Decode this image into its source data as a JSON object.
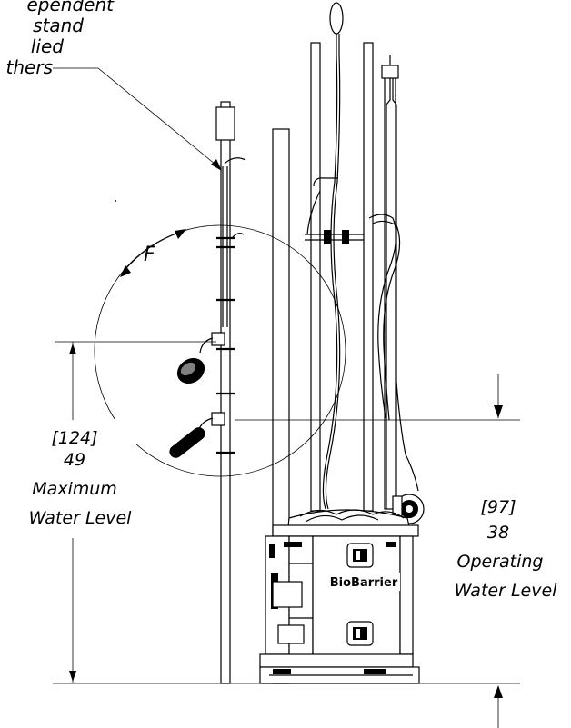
{
  "callout": {
    "line1": "ependent",
    "line2": "stand",
    "line3": "lied",
    "line4": "thers"
  },
  "detail": {
    "label": "F"
  },
  "max_level": {
    "metric": "[124]",
    "imperial": "49",
    "line1": "Maximum",
    "line2": "Water Level"
  },
  "op_level": {
    "metric": "[97]",
    "imperial": "38",
    "line1": "Operating",
    "line2": "Water Level"
  },
  "brand": {
    "logo": "BioBarrier"
  }
}
